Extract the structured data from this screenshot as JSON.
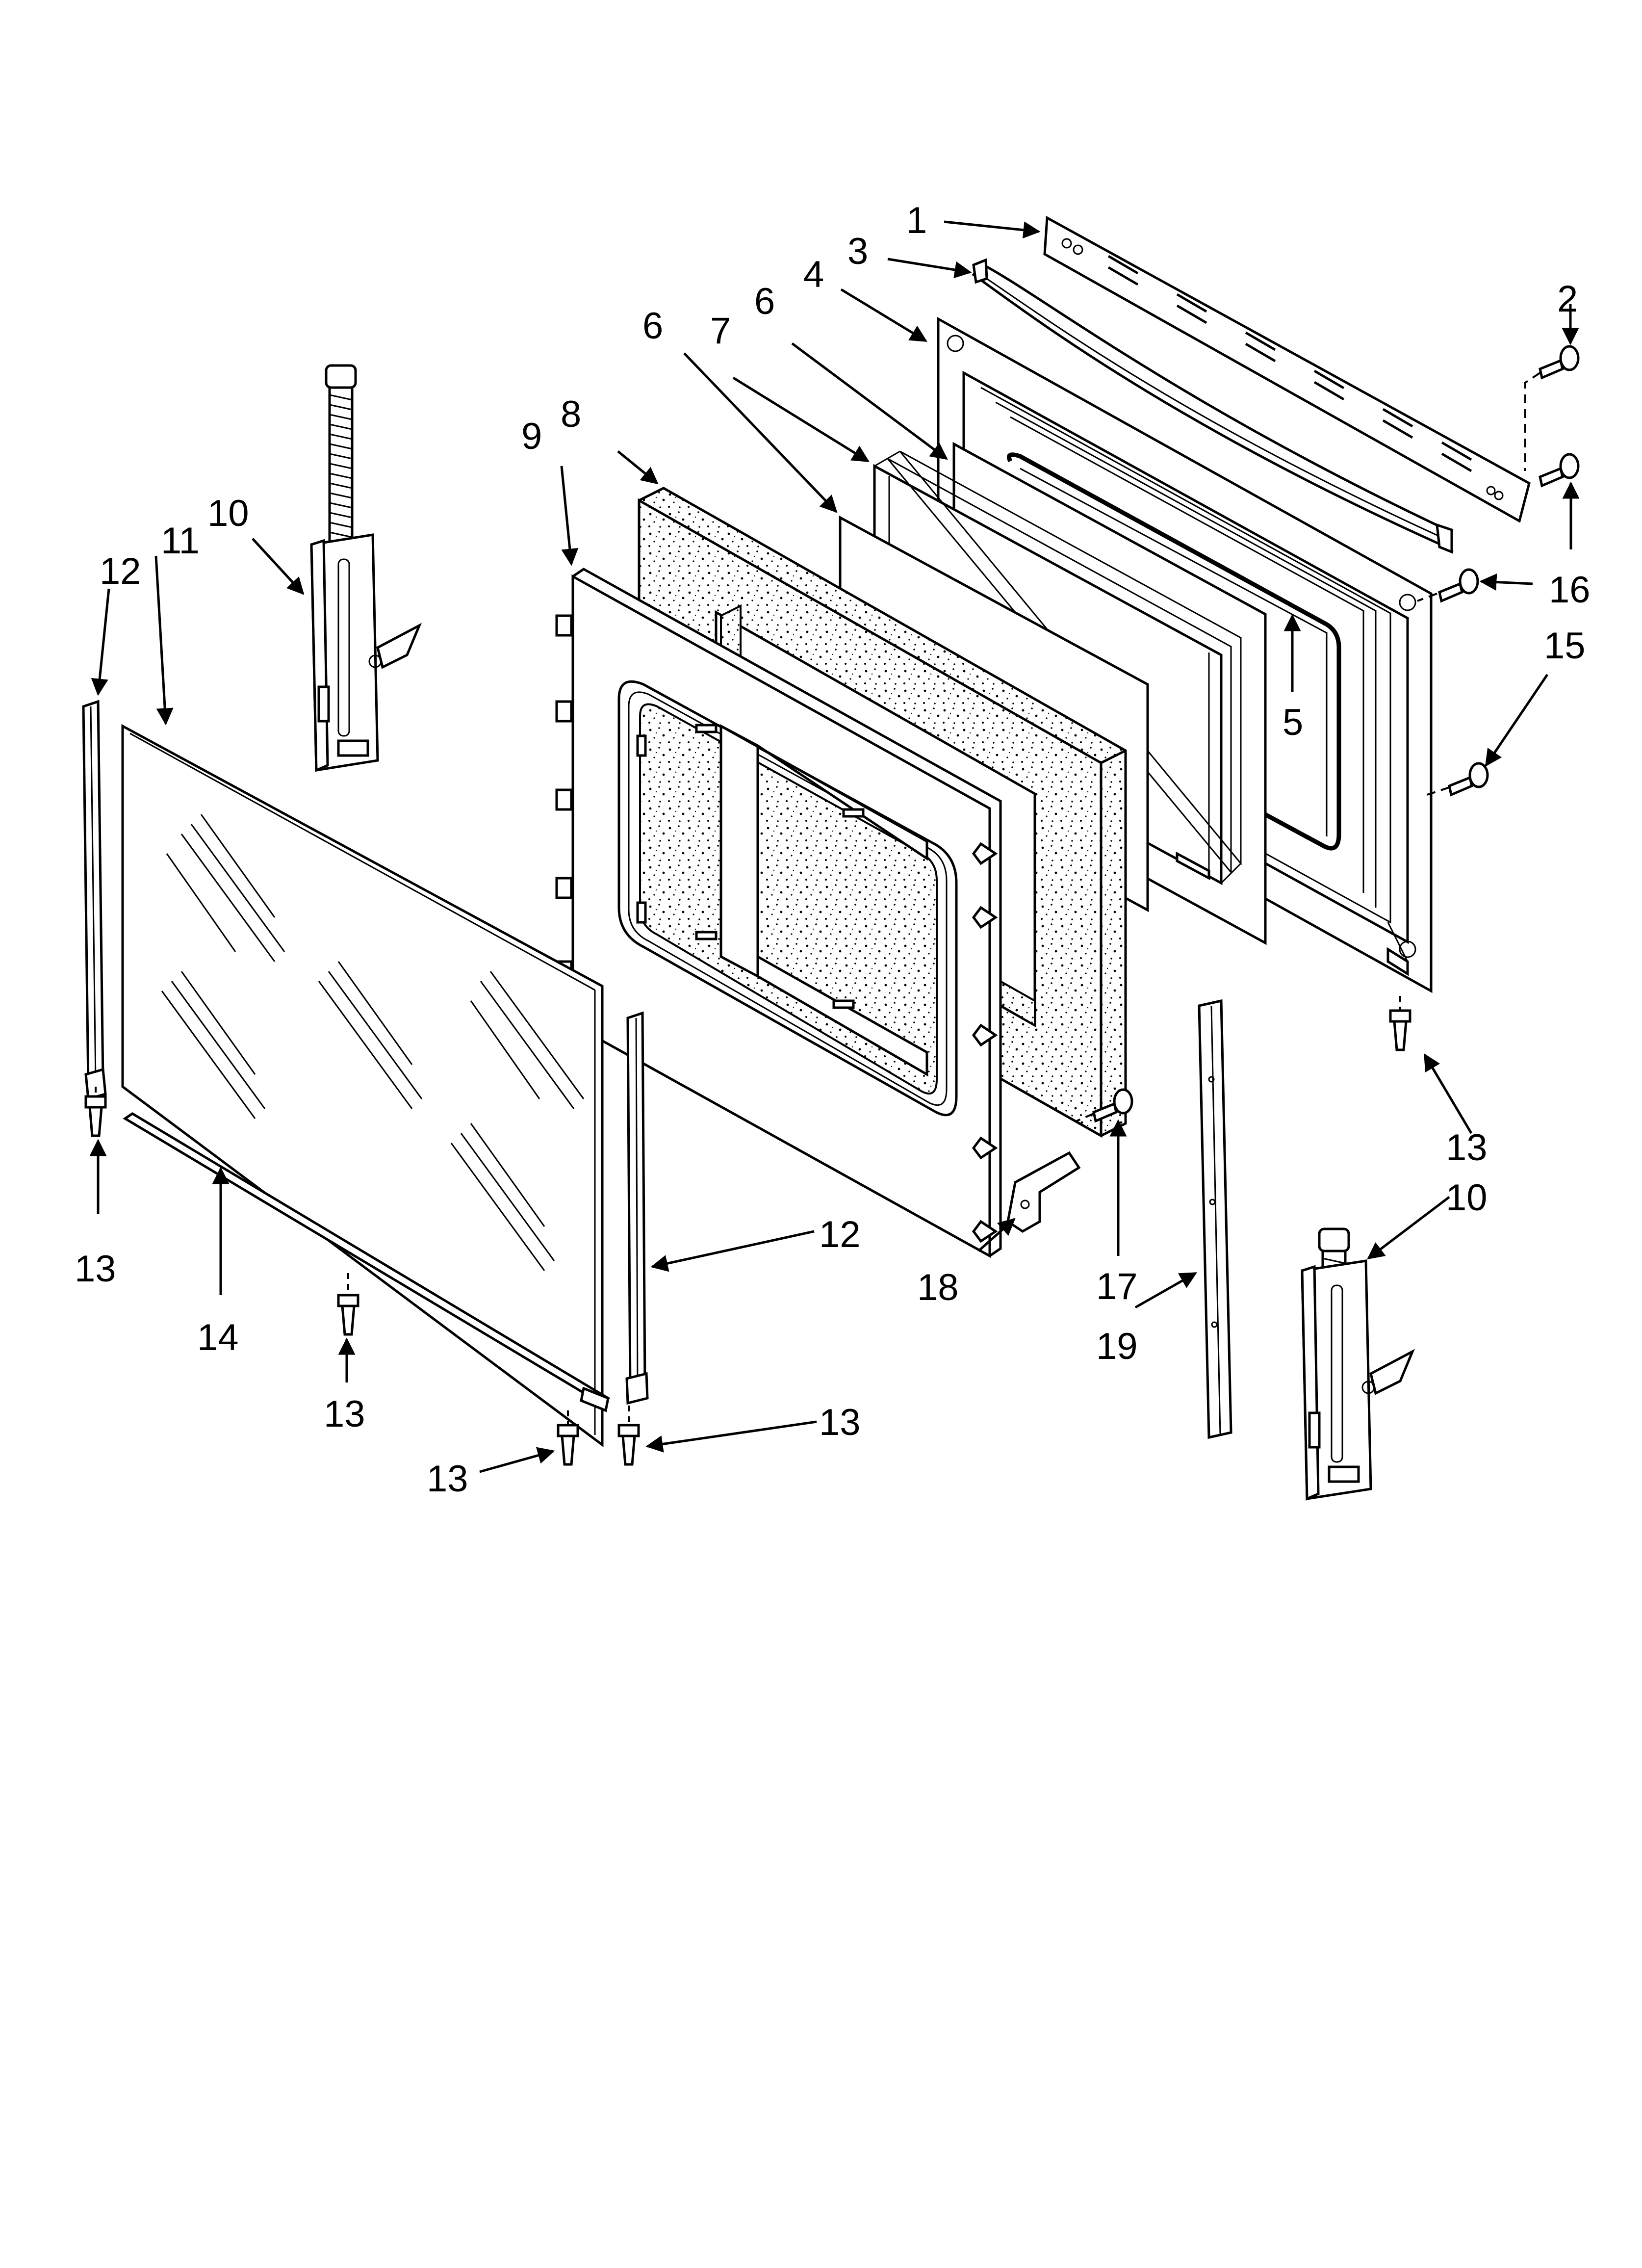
{
  "callouts": {
    "c1": "1",
    "c2": "2",
    "c3": "3",
    "c4": "4",
    "c5": "5",
    "c6a": "6",
    "c6b": "6",
    "c7": "7",
    "c8": "8",
    "c9": "9",
    "c10a": "10",
    "c10b": "10",
    "c11": "11",
    "c12a": "12",
    "c12b": "12",
    "c13a": "13",
    "c13b": "13",
    "c13c": "13",
    "c13d": "13",
    "c13e": "13",
    "c14": "14",
    "c15": "15",
    "c16": "16",
    "c17": "17",
    "c18": "18",
    "c19": "19"
  }
}
